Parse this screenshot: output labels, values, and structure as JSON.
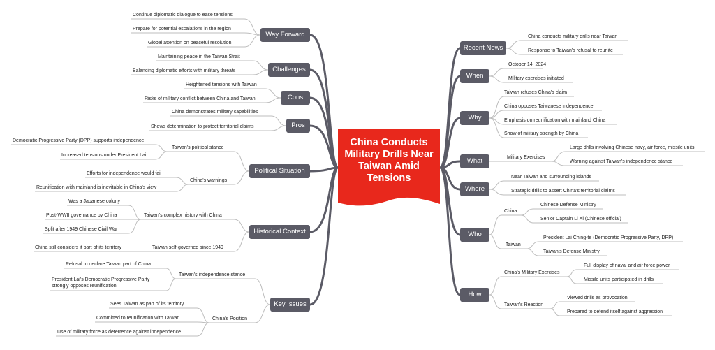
{
  "center": {
    "title": "China Conducts Military Drills Near Taiwan Amid Tensions"
  },
  "colors": {
    "center": "#e8281c",
    "branch": "#5b5b66",
    "link": "#5b5b66",
    "leaf_line": "#bdbdbd"
  },
  "right": {
    "recent_news": {
      "label": "Recent News",
      "items": [
        "China conducts military drills near Taiwan",
        "Response to Taiwan's refusal to reunite"
      ]
    },
    "when": {
      "label": "When",
      "items": [
        "October 14, 2024",
        "Military exercises initiated"
      ]
    },
    "why": {
      "label": "Why",
      "items": [
        "Taiwan refuses China's claim",
        "China opposes Taiwanese independence",
        "Emphasis on reunification with mainland China",
        "Show of military strength by China"
      ]
    },
    "what": {
      "label": "What",
      "sub": "Military Exercises",
      "items": [
        "Large drills involving Chinese navy, air force, missile units",
        "Warning against Taiwan's independence stance"
      ]
    },
    "where": {
      "label": "Where",
      "items": [
        "Near Taiwan and surrounding islands",
        "Strategic drills to assert China's territorial claims"
      ]
    },
    "who": {
      "label": "Who",
      "china": {
        "label": "China",
        "items": [
          "Chinese Defense Ministry",
          "Senior Captain Li Xi (Chinese official)"
        ]
      },
      "taiwan": {
        "label": "Taiwan",
        "items": [
          "President Lai Ching-te (Democratic Progressive Party, DPP)",
          "Taiwan's Defense Ministry"
        ]
      }
    },
    "how": {
      "label": "How",
      "china": {
        "label": "China's Military Exercises",
        "items": [
          "Full display of naval and air force power",
          "Missile units participated in drills"
        ]
      },
      "taiwan": {
        "label": "Taiwan's Reaction",
        "items": [
          "Viewed drills as provocation",
          "Prepared to defend itself against aggression"
        ]
      }
    }
  },
  "left": {
    "way_forward": {
      "label": "Way Forward",
      "items": [
        "Continue diplomatic dialogue to ease tensions",
        "Prepare for potential escalations in the region",
        "Global attention on peaceful resolution"
      ]
    },
    "challenges": {
      "label": "Challenges",
      "items": [
        "Maintaining peace in the Taiwan Strait",
        "Balancing diplomatic efforts with military threats"
      ]
    },
    "cons": {
      "label": "Cons",
      "items": [
        "Heightened tensions with Taiwan",
        "Risks of military conflict between China and Taiwan"
      ]
    },
    "pros": {
      "label": "Pros",
      "items": [
        "China demonstrates military capabilities",
        "Shows determination to protect territorial claims"
      ]
    },
    "political": {
      "label": "Political Situation",
      "stance": {
        "label": "Taiwan's political stance",
        "items": [
          "Democratic Progressive Party (DPP) supports independence",
          "Increased tensions under President Lai"
        ]
      },
      "warnings": {
        "label": "China's warnings",
        "items": [
          "Efforts for independence would fail",
          "Reunification with mainland is inevitable in China's view"
        ]
      }
    },
    "historical": {
      "label": "Historical Context",
      "complex": {
        "label": "Taiwan's complex history with China",
        "items": [
          "Was a Japanese colony",
          "Post-WWII governance by China",
          "Split after 1949 Chinese Civil War"
        ]
      },
      "self": {
        "label": "Taiwan self-governed since 1949",
        "items": [
          "China still considers it part of its territory"
        ]
      }
    },
    "key_issues": {
      "label": "Key Issues",
      "independence": {
        "label": "Taiwan's independence stance",
        "items": [
          "Refusal to declare Taiwan part of China",
          "President Lai's Democratic Progressive Party strongly opposes reunification"
        ]
      },
      "position": {
        "label": "China's Position",
        "items": [
          "Sees Taiwan as part of its territory",
          "Committed to reunification with Taiwan",
          "Use of military force as deterrence against independence"
        ]
      }
    }
  }
}
